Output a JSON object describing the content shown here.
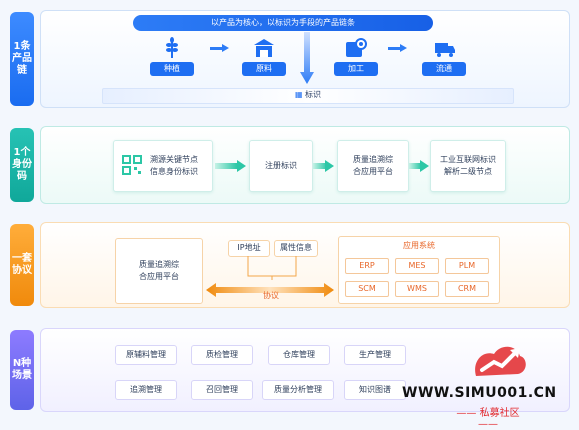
{
  "rows": [
    {
      "tab": "1条产品链"
    },
    {
      "tab": "1个身份码"
    },
    {
      "tab": "一套协议"
    },
    {
      "tab": "N种场景"
    }
  ],
  "chain": {
    "banner": "以产品为核心，以标识为手段的产品链条",
    "steps": [
      "种植",
      "原料",
      "加工",
      "流通"
    ],
    "mark_label": "标识"
  },
  "identity": {
    "boxes": [
      {
        "line1": "溯源关键节点",
        "line2": "信息身份标识"
      },
      {
        "line1": "注册标识",
        "line2": ""
      },
      {
        "line1": "质量追溯综",
        "line2": "合应用平台"
      },
      {
        "line1": "工业互联网标识",
        "line2": "解析二级节点"
      }
    ]
  },
  "protocol": {
    "platform_line1": "质量追溯综",
    "platform_line2": "合应用平台",
    "ip_label": "IP地址",
    "attr_label": "属性信息",
    "protocol_label": "协议",
    "app_title": "应用系统",
    "systems": [
      "ERP",
      "MES",
      "PLM",
      "SCM",
      "WMS",
      "CRM"
    ]
  },
  "scenes": {
    "items": [
      "原辅料管理",
      "质检管理",
      "仓库管理",
      "生产管理",
      "追溯管理",
      "召回管理",
      "质量分析管理",
      "知识图谱"
    ]
  },
  "watermark": {
    "site": "WWW.SIMU001.CN",
    "community": "私募社区"
  },
  "colors": {
    "blue": "#1e6ef2",
    "teal": "#2cc7a6",
    "orange": "#f08a0c",
    "purple": "#5e63e8",
    "red": "#e2282c"
  }
}
